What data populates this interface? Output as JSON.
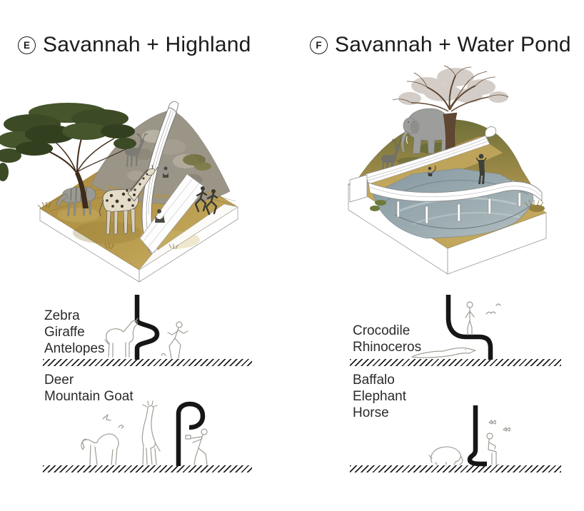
{
  "panels": [
    {
      "badge": "E",
      "title": "Savannah + Highland",
      "illustration": {
        "elements": [
          "acacia-tree",
          "rocky-highland",
          "zebra",
          "giraffe",
          "deer",
          "white-ribbon-walkway",
          "runners",
          "sitting-visitors",
          "golden-grass"
        ]
      },
      "sections": [
        {
          "animals": [
            "Zebra",
            "Giraffe",
            "Antelopes"
          ],
          "figures": [
            "antelope-outline",
            "s-curve-barrier",
            "runner-outline",
            "ground-hatch"
          ]
        },
        {
          "animals": [
            "Deer",
            "Mountain Goat"
          ],
          "figures": [
            "birds-outline",
            "camel-outline",
            "giraffe-outline",
            "hook-barrier",
            "photographer-outline",
            "ground-hatch"
          ]
        }
      ]
    },
    {
      "badge": "F",
      "title": "Savannah + Water Pond",
      "illustration": {
        "elements": [
          "baobab-tree",
          "elephant",
          "deer",
          "water-pond",
          "curved-bridge-walkway",
          "ramp",
          "standing-visitor",
          "monkey"
        ]
      },
      "sections": [
        {
          "animals": [
            "Crocodile",
            "Rhinoceros"
          ],
          "figures": [
            "elevated-walkway-barrier",
            "standing-person-outline",
            "birds-outline",
            "crocodile-outline",
            "ground-hatch"
          ]
        },
        {
          "animals": [
            "Baffalo",
            "Elephant",
            "Horse"
          ],
          "figures": [
            "tall-wall-barrier",
            "seated-person-outline",
            "butterflies-outline",
            "buffalo-outline",
            "ground-hatch"
          ]
        }
      ]
    }
  ],
  "colors": {
    "ink": "#1b1b1b",
    "figure_outline": "#9e9e96",
    "grass_gold": "#b3923f",
    "rock_gray": "#9b9588",
    "tree_green": "#41512a",
    "baobab_brown": "#5f4733",
    "water": "#8da0a8",
    "white_walkway": "#ffffff"
  }
}
